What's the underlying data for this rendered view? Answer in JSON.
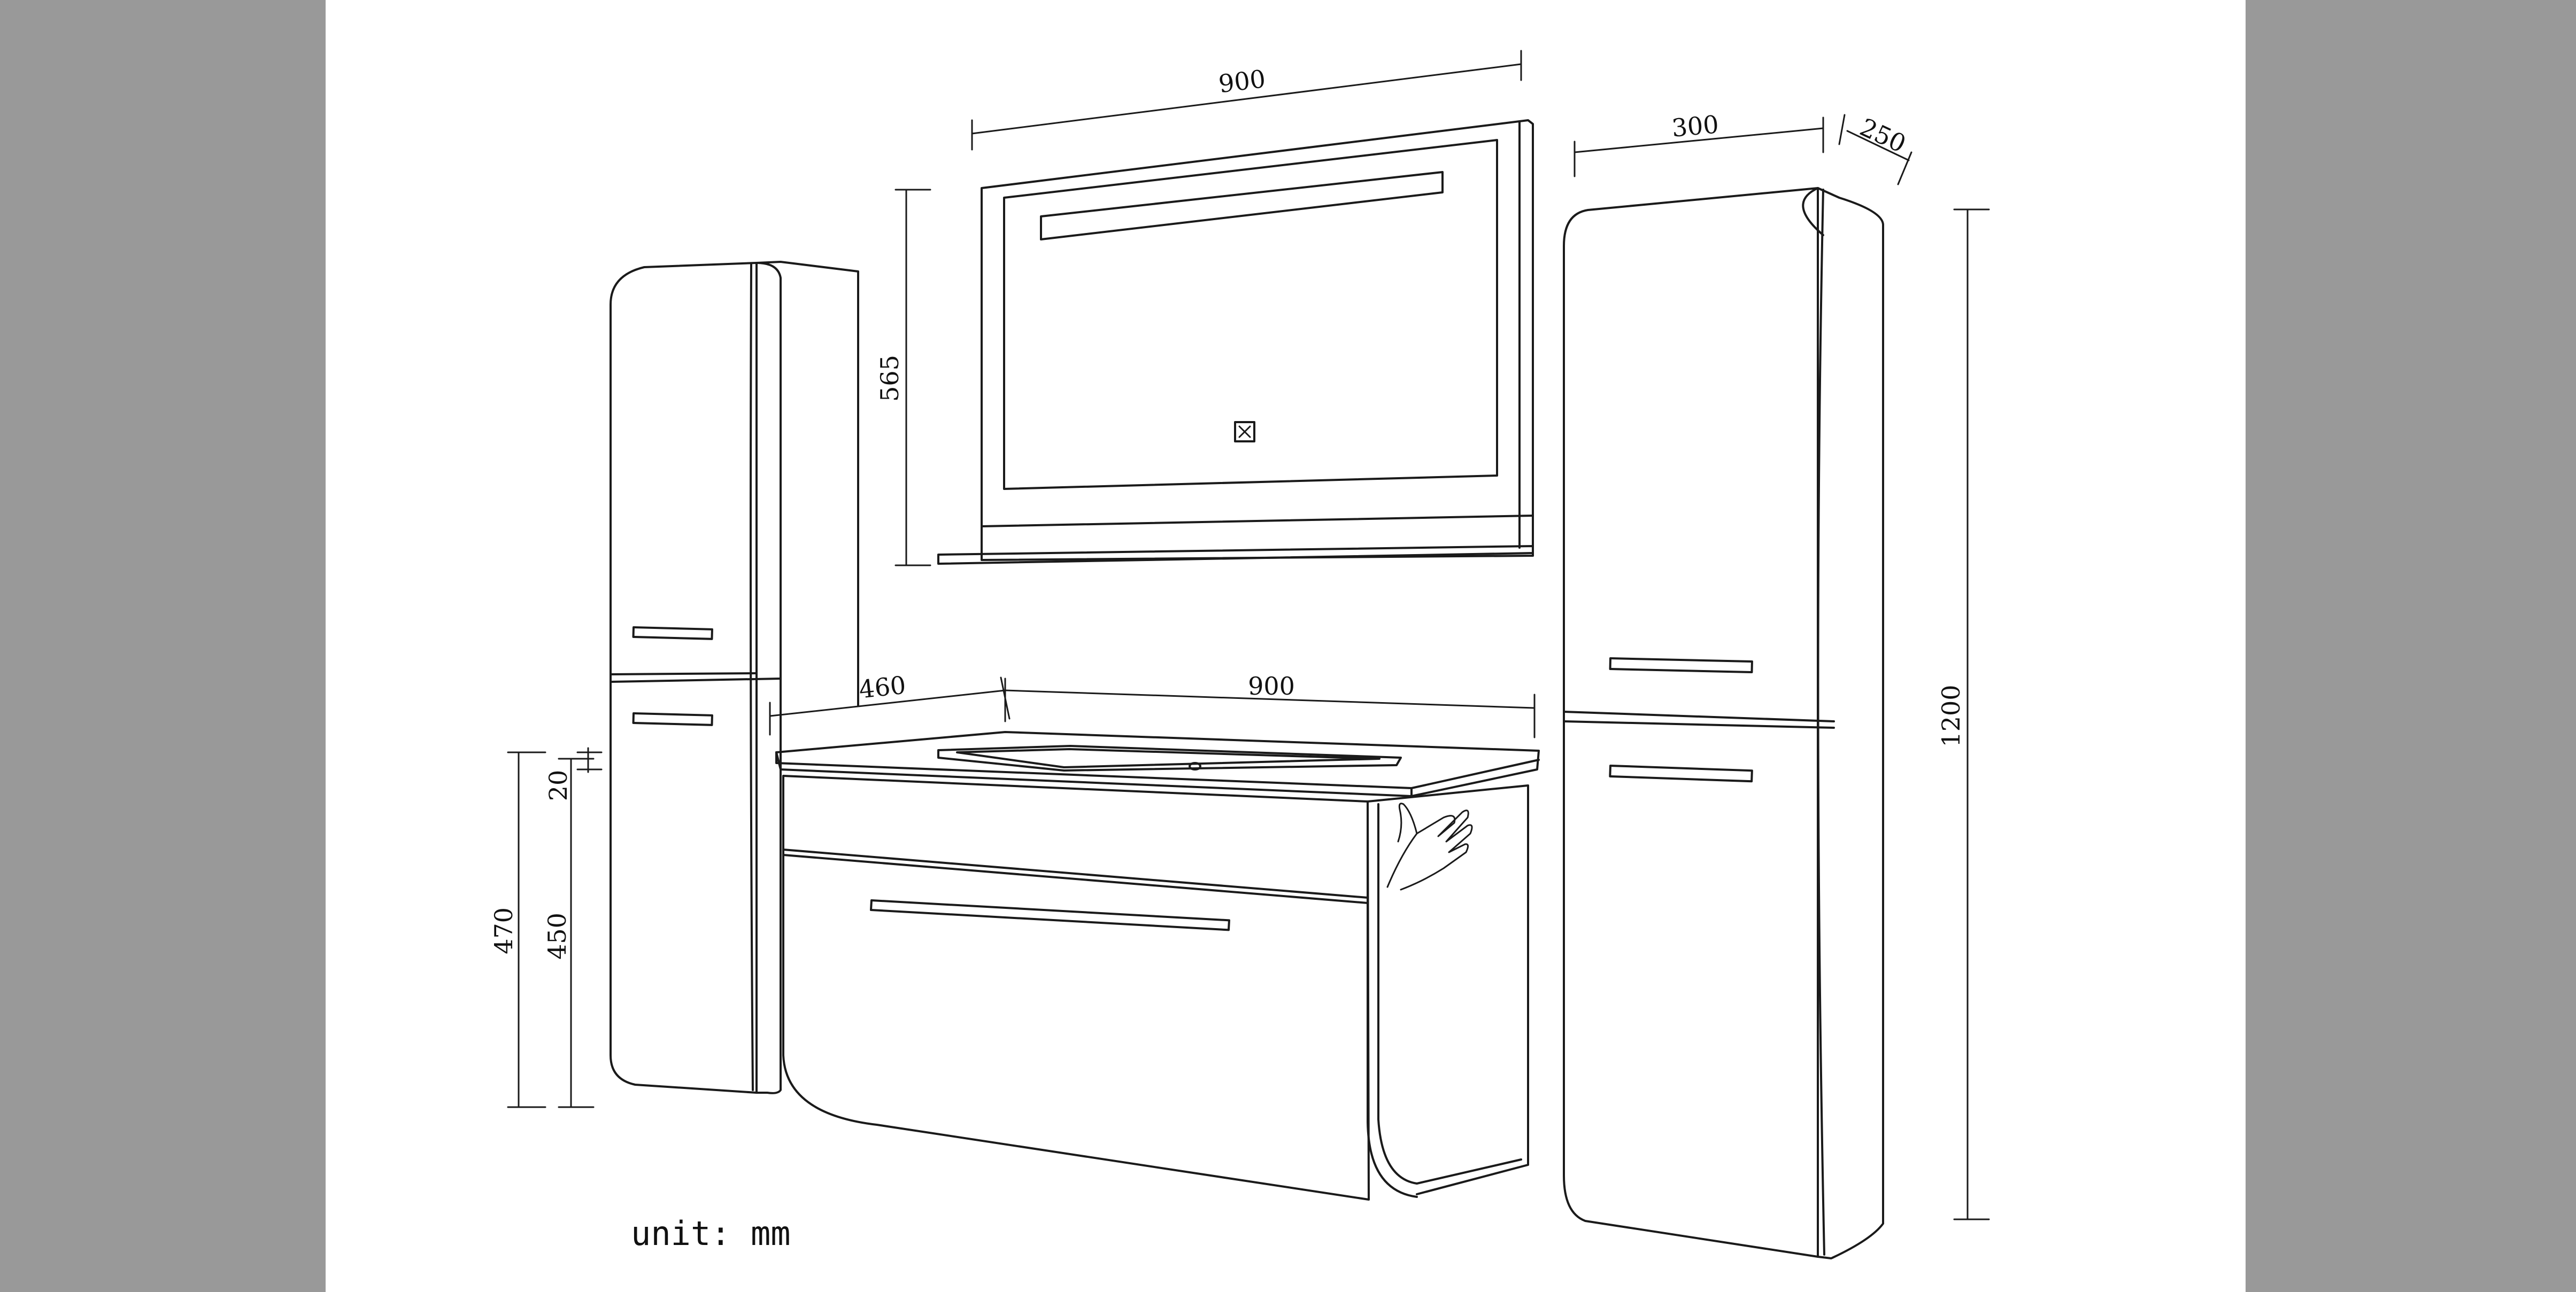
{
  "drawing": {
    "unit_note": "unit: mm",
    "dimensions": {
      "mirror_width": "900",
      "mirror_height": "565",
      "tall_cabinet_width": "300",
      "tall_cabinet_depth": "250",
      "tall_cabinet_height": "1200",
      "vanity_depth": "460",
      "vanity_width": "900",
      "countertop_thickness": "20",
      "vanity_body_height": "450",
      "vanity_total_height": "470"
    }
  },
  "colors": {
    "background": "#999999",
    "paper": "#ffffff",
    "line": "#1a1a1a"
  }
}
